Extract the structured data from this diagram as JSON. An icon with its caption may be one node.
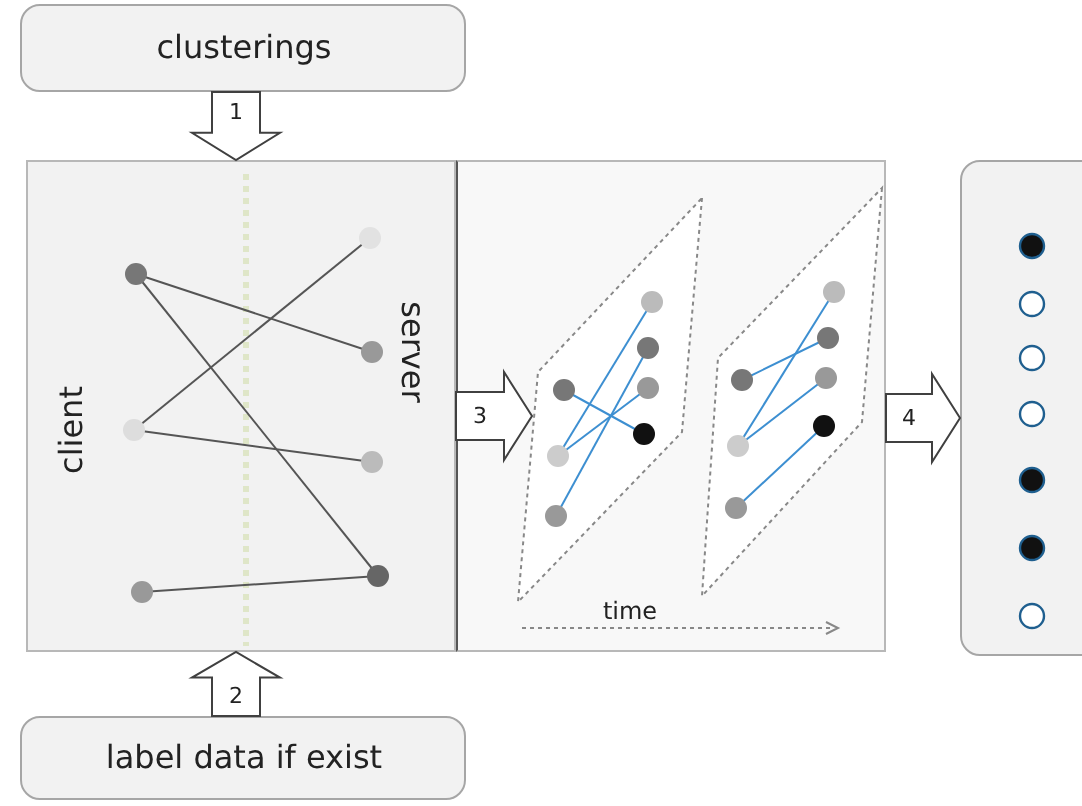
{
  "diagram": {
    "nodes": [
      {
        "text": [
          "clusterings"
        ]
      },
      {
        "text": [
          "client",
          "server"
        ]
      },
      {
        "text": [
          "time"
        ]
      },
      {
        "text": [],
        "shape": "parallelogram",
        "in": 2
      },
      {
        "text": [],
        "shape": "parallelogram",
        "in": 2
      },
      {
        "text": [],
        "shape": "box"
      },
      {
        "text": [
          "label data if exist"
        ]
      }
    ],
    "edges": [
      {
        "from": 0,
        "to": 1,
        "arrow": "to",
        "label": "1"
      },
      {
        "from": 6,
        "to": 1,
        "arrow": "to",
        "label": "2"
      },
      {
        "from": 1,
        "to": 3,
        "arrow": "to",
        "label": "3"
      },
      {
        "from": 2,
        "to": 5,
        "arrow": "to",
        "label": "4"
      }
    ]
  }
}
